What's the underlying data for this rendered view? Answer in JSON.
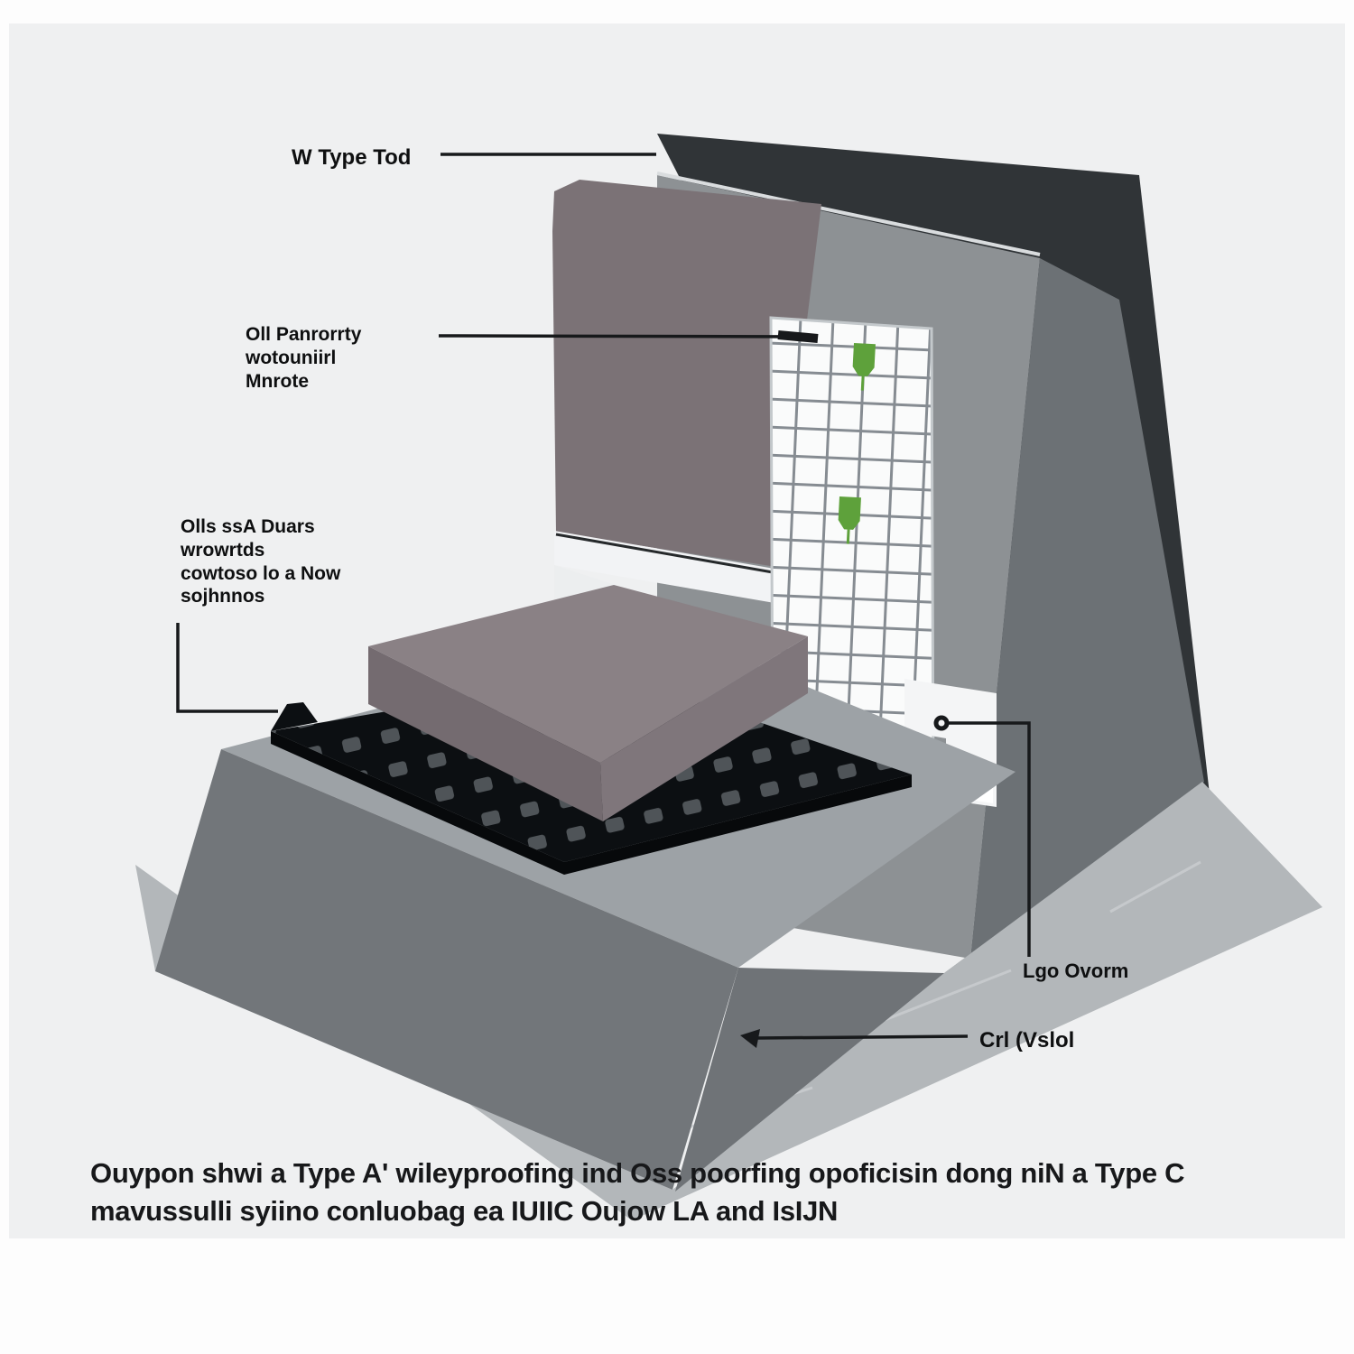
{
  "diagram_type": "isometric construction waterproofing detail",
  "labels": {
    "rear_panel": {
      "text": "W Type Tod"
    },
    "wall_membrane": {
      "lines": [
        "Oll Panrorrty",
        "wotouniirl",
        "Mnrote"
      ]
    },
    "floor_membrane": {
      "lines": [
        "Olls ssA Duars",
        "wrowrtds",
        "cowtoso lo a Now",
        "sojhnnos"
      ]
    },
    "drain_channel": {
      "text": "Lgo Ovorm"
    },
    "ground_membrane": {
      "text": "Crl (Vslol"
    }
  },
  "caption": {
    "line1": "Ouypon shwi a Type A' wileyproofing ind Oss poorfing opoficisin dong niN a Type C",
    "line2": "mavussulli syiino conluobag ea IUIIC Oujow LA and IsIJN"
  },
  "parts": {
    "rear_panel": "rear membrane panel",
    "wall_front": "wall front face",
    "wall_side": "wall side face",
    "render_panel": "external wall render panel",
    "mesh_membrane": "wall mesh membrane with fixing plugs",
    "stop_bead": "render stop bead strip",
    "screed": "floor screed slab",
    "drainage_membrane": "dimpled floor drainage membrane",
    "foundation": "concrete foundation slab",
    "apron": "ground membrane apron",
    "junction": "wall-floor junction channel"
  },
  "colors": {
    "canvasInner": "#eff0f1",
    "darkPanel": "#303437",
    "wallFront": "#8d9194",
    "wallRight": "#6c7175",
    "wallTopLine": "#d9dcde",
    "taupe": "#7b7276",
    "meshBg": "#fafbfb",
    "meshLine": "#868c92",
    "meshBorder": "#c3c8cb",
    "plug": "#5ea13b",
    "baseboard": "#f2f3f5",
    "baseboardLine": "#26292b",
    "wash": "#eceeef",
    "junction": "#f4f5f6",
    "junctionHighlight": "#ffffff",
    "apron": "#b3b7ba",
    "crease": "#c9cccf",
    "foundTop": "#9da2a6",
    "foundSW": "#72767a",
    "foundSE": "#6f7377",
    "membrane": "#0c0f12",
    "membraneSide": "#07090b",
    "dimple": "#575c60",
    "screedTop": "#8a8185",
    "screedSW": "#746b70",
    "screedSE": "#7f767b",
    "leader": "#17191b",
    "label": "#0e0f10",
    "caption": "#17181a"
  }
}
